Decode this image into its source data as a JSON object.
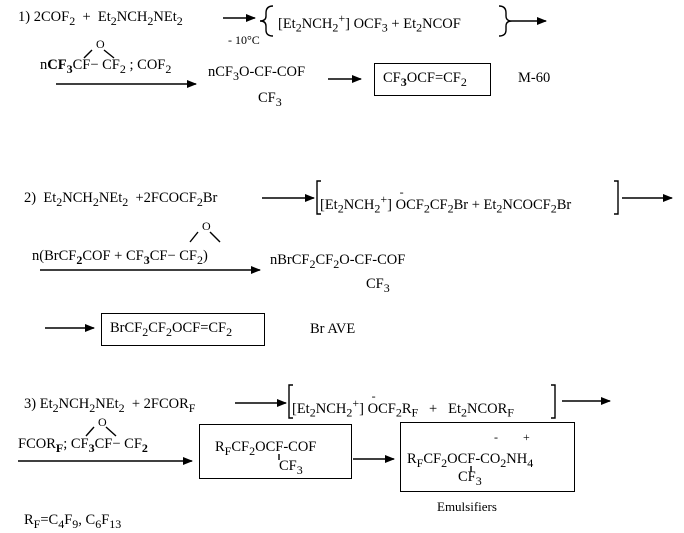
{
  "reaction1": {
    "step": "1)",
    "reactant_cof2": "2COF",
    "reactant_cof2_sub": "2",
    "plus": "+",
    "reactant_amine_a": "Et",
    "reactant_amine_a_sub": "2",
    "reactant_amine_b": "NCH",
    "reactant_amine_b_sub": "2",
    "reactant_amine_c": "NEt",
    "reactant_amine_c_sub": "2",
    "condition": "- 10°C",
    "inter_a": "[Et",
    "inter_a_sub": "2",
    "inter_b": "NCH",
    "inter_b_sub": "2",
    "inter_sup": "+",
    "inter_c": "] OCF",
    "inter_c_sub": "3",
    "inter_d": " + Et",
    "inter_d_sub": "2",
    "inter_e": "NCOF",
    "epoxide_o": "O",
    "epoxide_n": "n",
    "epoxide_cf3": "CF",
    "epoxide_cf3_sub": "3",
    "epoxide_mid": "CF−  CF",
    "epoxide_mid_sub": "2",
    "epoxide_tail": " ; COF",
    "epoxide_tail_sub": "2",
    "product_a": "nCF",
    "product_a_sub": "3",
    "product_b": "O-CF-COF",
    "product_cf3": "CF",
    "product_cf3_sub": "3",
    "final_a": "CF",
    "final_a_sub": "3",
    "final_b": "OCF=CF",
    "final_b_sub": "2",
    "final_label": "M-60"
  },
  "reaction2": {
    "step": "2)",
    "reactant_a": "Et",
    "reactant_a_sub": "2",
    "reactant_b": "NCH",
    "reactant_b_sub": "2",
    "reactant_c": "NEt",
    "reactant_c_sub": "2",
    "plus": "+",
    "reactant_d": "2FCOCF",
    "reactant_d_sub": "2",
    "reactant_e": "Br",
    "inter_a": "[Et",
    "inter_a_sub": "2",
    "inter_b": "NCH",
    "inter_b_sub": "2",
    "inter_sup": "+",
    "inter_c": "] ",
    "inter_minus": "-",
    "inter_d": "OCF",
    "inter_d_sub": "2",
    "inter_e": "CF",
    "inter_e_sub": "2",
    "inter_f": "Br + Et",
    "inter_f_sub": "2",
    "inter_g": "NCOCF",
    "inter_g_sub": "2",
    "inter_h": "Br",
    "epoxide_o": "O",
    "epoxide_a": "n(BrCF",
    "epoxide_a_sub": "2",
    "epoxide_b": "COF + CF",
    "epoxide_b_sub": "3",
    "epoxide_c": "CF−  CF",
    "epoxide_c_sub": "2",
    "epoxide_d": ")",
    "product_a": "nBrCF",
    "product_a_sub": "2",
    "product_b": "CF",
    "product_b_sub": "2",
    "product_c": "O-CF-COF",
    "product_cf3": "CF",
    "product_cf3_sub": "3",
    "final_a": "BrCF",
    "final_a_sub": "2",
    "final_b": "CF",
    "final_b_sub": "2",
    "final_c": "OCF=CF",
    "final_c_sub": "2",
    "final_label": "Br AVE"
  },
  "reaction3": {
    "step": "3)",
    "reactant_a": "Et",
    "reactant_a_sub": "2",
    "reactant_b": "NCH",
    "reactant_b_sub": "2",
    "reactant_c": "NEt",
    "reactant_c_sub": "2",
    "plus": "+",
    "reactant_d": "2FCOR",
    "reactant_d_sub": "F",
    "inter_a": "[Et",
    "inter_a_sub": "2",
    "inter_b": "NCH",
    "inter_b_sub": "2",
    "inter_sup": "+",
    "inter_c": "] ",
    "inter_minus": "-",
    "inter_d": "OCF",
    "inter_d_sub": "2",
    "inter_e": "R",
    "inter_e_sub": "F",
    "inter_plus": "+",
    "inter_f": "Et",
    "inter_f_sub": "2",
    "inter_g": "NCOR",
    "inter_g_sub": "F",
    "epoxide_o": "O",
    "epoxide_a": "FCOR",
    "epoxide_a_sub": "F",
    "epoxide_b": "; CF",
    "epoxide_b_sub": "3",
    "epoxide_c": "CF−  CF",
    "epoxide_c_sub": "2",
    "product_a": "R",
    "product_a_sub": "F",
    "product_b": "CF",
    "product_b_sub": "2",
    "product_c": "OCF-COF",
    "product_cf3": "CF",
    "product_cf3_sub": "3",
    "final_a": "R",
    "final_a_sub": "F",
    "final_b": "CF",
    "final_b_sub": "2",
    "final_c": "OCF-CO",
    "final_c_sub": "2",
    "final_d": "NH",
    "final_d_sub": "4",
    "final_minus": "-",
    "final_plus": "+",
    "final_cf3": "CF",
    "final_cf3_sub": "3",
    "final_label": "Emulsifiers"
  },
  "footnote": {
    "a": "R",
    "a_sub": "F",
    "b": "=C",
    "b_sub": "4",
    "c": "F",
    "c_sub": "9",
    "d": ", C",
    "d_sub": "6",
    "e": "F",
    "e_sub": "13"
  }
}
